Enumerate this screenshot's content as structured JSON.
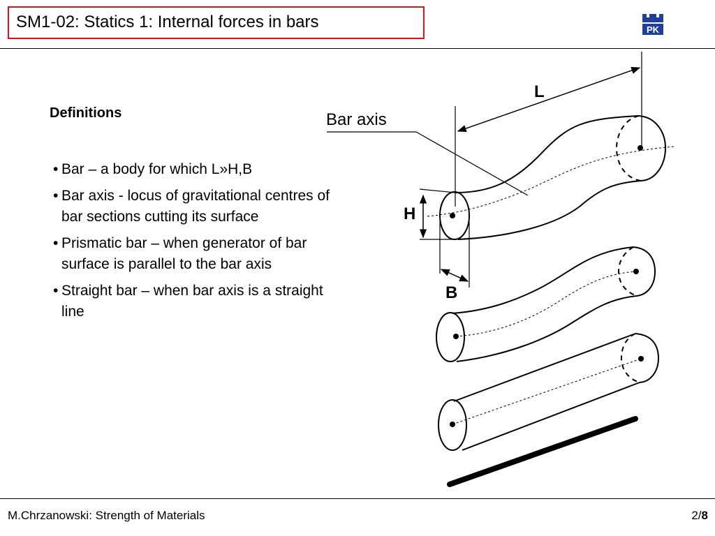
{
  "header": {
    "title": "SM1-02: Statics 1: Internal forces in bars",
    "logo_text": "PK"
  },
  "content": {
    "heading": "Definitions",
    "bullets": [
      "Bar – a body for which L»H,B",
      "Bar axis -  locus of gravitational centres of bar sections cutting its surface",
      "Prismatic bar – when  generator of bar surface is parallel to the bar axis",
      "Straight bar – when bar axis is a straight line"
    ]
  },
  "diagram": {
    "bar_axis_label": "Bar axis",
    "length_label": "L",
    "height_label": "H",
    "width_label": "B"
  },
  "footer": {
    "author": "M.Chrzanowski: Strength of Materials",
    "page_current": "2/",
    "page_total": "8"
  },
  "colors": {
    "title_border": "#e0101c",
    "logo_blue": "#1f3f9a"
  }
}
